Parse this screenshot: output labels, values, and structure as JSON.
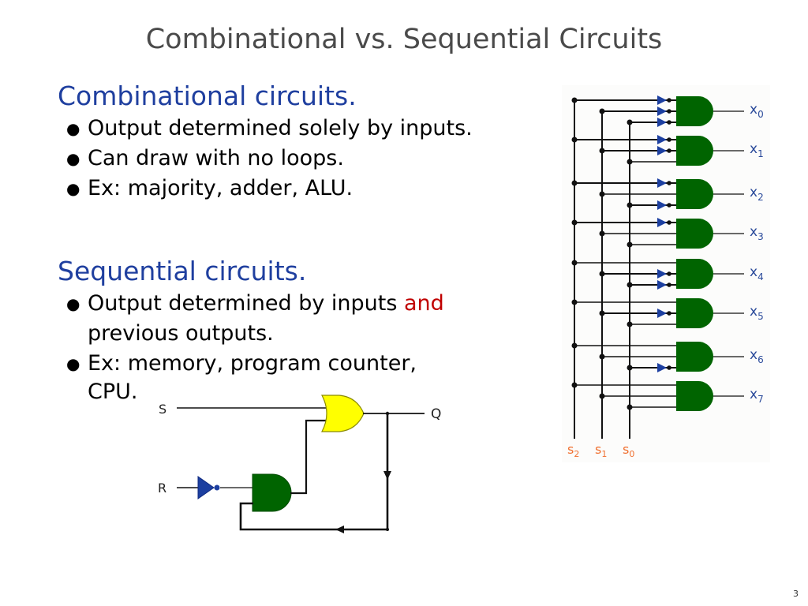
{
  "slide": {
    "title": "Combinational vs. Sequential Circuits",
    "page_number": "3"
  },
  "combinational": {
    "heading": "Combinational circuits.",
    "bullets": [
      "Output determined solely by inputs.",
      "Can draw with no loops.",
      "Ex:  majority, adder, ALU."
    ]
  },
  "sequential": {
    "heading": "Sequential circuits.",
    "bullets": [
      {
        "before": "Output determined by inputs ",
        "highlight": "and",
        "line2": "previous outputs."
      },
      {
        "before": "Ex:  memory, program counter,",
        "line2": "CPU."
      }
    ]
  },
  "decoder": {
    "select_labels": [
      {
        "name": "s",
        "sub": "2"
      },
      {
        "name": "s",
        "sub": "1"
      },
      {
        "name": "s",
        "sub": "0"
      }
    ],
    "outputs": [
      {
        "name": "x",
        "sub": "0",
        "inverted": [
          true,
          true,
          true
        ]
      },
      {
        "name": "x",
        "sub": "1",
        "inverted": [
          true,
          true,
          false
        ]
      },
      {
        "name": "x",
        "sub": "2",
        "inverted": [
          true,
          false,
          true
        ]
      },
      {
        "name": "x",
        "sub": "3",
        "inverted": [
          true,
          false,
          false
        ]
      },
      {
        "name": "x",
        "sub": "4",
        "inverted": [
          false,
          true,
          true
        ]
      },
      {
        "name": "x",
        "sub": "5",
        "inverted": [
          false,
          true,
          false
        ]
      },
      {
        "name": "x",
        "sub": "6",
        "inverted": [
          false,
          false,
          true
        ]
      },
      {
        "name": "x",
        "sub": "7",
        "inverted": [
          false,
          false,
          false
        ]
      }
    ],
    "colors": {
      "and_gate": "#006400",
      "inverter": "#1c3fa0",
      "select_label": "#f07030",
      "output_label": "#2a4a9a"
    }
  },
  "latch": {
    "input_s": "S",
    "input_r": "R",
    "output_q": "Q",
    "colors": {
      "or_gate": "#ffff00",
      "and_gate": "#006400",
      "inverter": "#1c3fa0"
    }
  }
}
